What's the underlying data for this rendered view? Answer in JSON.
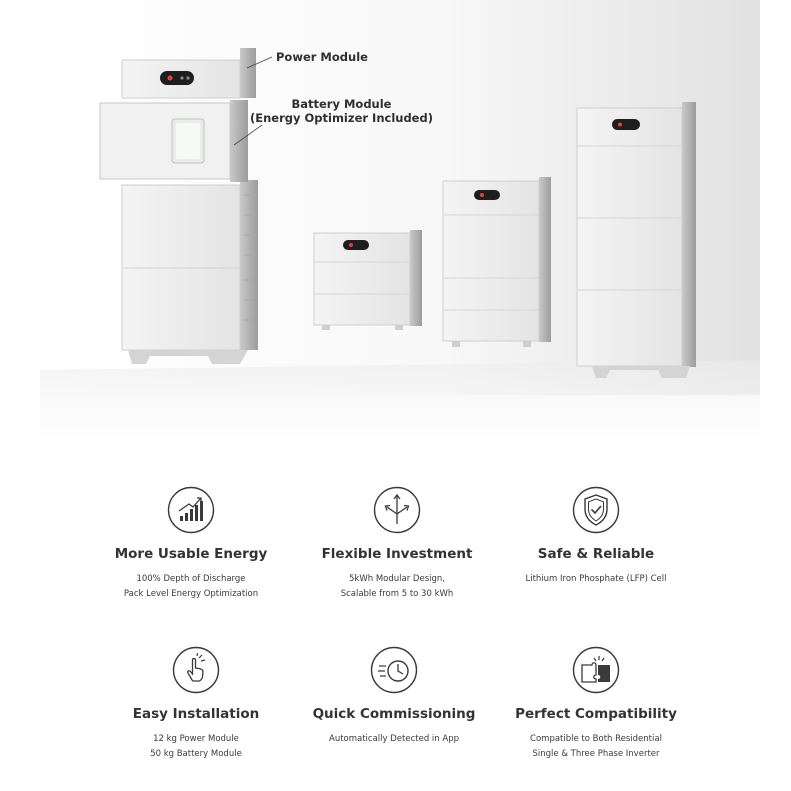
{
  "callouts": {
    "power_module": "Power Module",
    "battery_module_line1": "Battery Module",
    "battery_module_line2": "(Energy Optimizer Included)"
  },
  "features": [
    {
      "icon": "bar-chart-growth-icon",
      "title": "More Usable Energy",
      "lines": [
        "100% Depth of Discharge",
        "Pack Level Energy Optimization"
      ]
    },
    {
      "icon": "branching-arrows-icon",
      "title": "Flexible Investment",
      "lines": [
        "5kWh Modular Design,",
        "Scalable from 5 to 30 kWh"
      ]
    },
    {
      "icon": "shield-check-icon",
      "title": "Safe & Reliable",
      "lines": [
        "Lithium Iron Phosphate (LFP) Cell"
      ]
    },
    {
      "icon": "touch-hand-icon",
      "title": "Easy Installation",
      "lines": [
        "12 kg Power Module",
        "50 kg Battery Module"
      ]
    },
    {
      "icon": "fast-timer-icon",
      "title": "Quick Commissioning",
      "lines": [
        "Automatically Detected in App"
      ]
    },
    {
      "icon": "puzzle-pieces-icon",
      "title": "Perfect Compatibility",
      "lines": [
        "Compatible to Both Residential",
        "Single & Three Phase Inverter"
      ]
    }
  ],
  "colors": {
    "text": "#333333",
    "icon_stroke": "#3a3a3a",
    "unit_body": "#ededed",
    "logo_badge": "#1e1e1e"
  }
}
